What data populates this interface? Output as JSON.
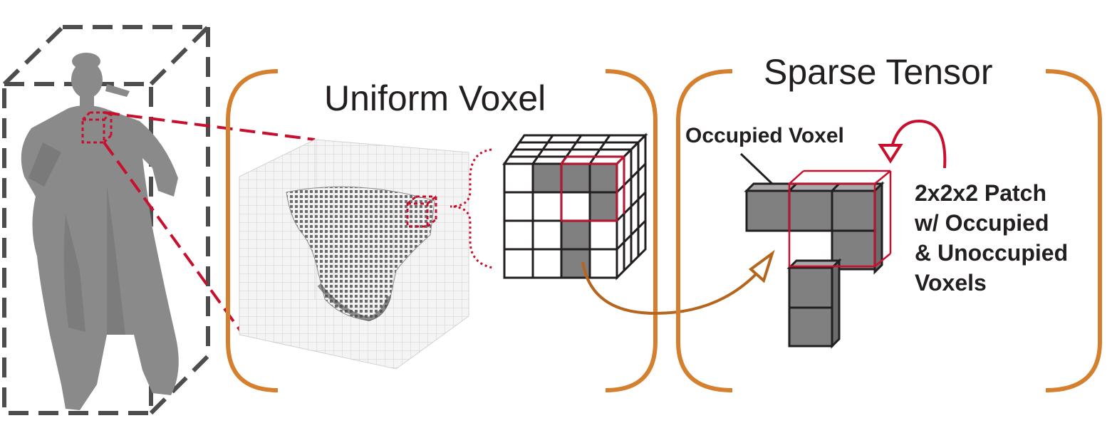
{
  "labels": {
    "uniform_voxel": "Uniform Voxel",
    "sparse_tensor": "Sparse Tensor",
    "occupied_voxel": "Occupied Voxel",
    "patch_line1": "2x2x2 Patch",
    "patch_line2": "w/ Occupied",
    "patch_line3": "& Unoccupied",
    "patch_line4": "Voxels"
  },
  "colors": {
    "bracket": "#d4802f",
    "highlight_red": "#c8102e",
    "voxel_fill": "#808080",
    "voxel_top": "#a8a8a8",
    "voxel_side": "#6b6b6b",
    "dash_box": "#4d4d4d",
    "figure_gray": "#8a8a8a",
    "arrow_brown": "#b5651d"
  },
  "icons": {
    "human_figure": "human-statue-icon",
    "voxel_grid": "voxel-grid-icon",
    "cube": "voxel-cube-icon"
  }
}
